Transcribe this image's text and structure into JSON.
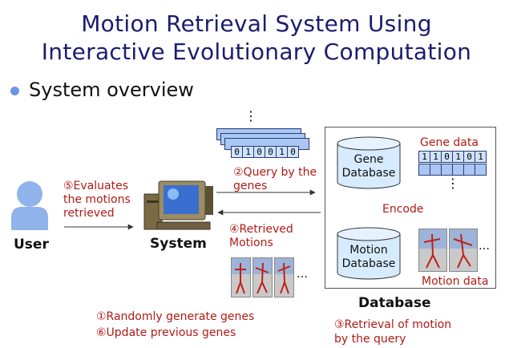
{
  "title": {
    "line1": "Motion Retrieval System Using",
    "line2": "Interactive Evolutionary Computation"
  },
  "bullet": "System overview",
  "labels": {
    "user": "User",
    "system": "System",
    "database": "Database",
    "gene_database_l1": "Gene",
    "gene_database_l2": "Database",
    "motion_database_l1": "Motion",
    "motion_database_l2": "Database",
    "gene_data": "Gene data",
    "motion_data": "Motion data",
    "encode": "Encode",
    "evaluates_l1": "⑤Evaluates",
    "evaluates_l2": "the motions",
    "evaluates_l3": "retrieved",
    "query_l1": "②Query by the",
    "query_l2": "genes",
    "retrieved_l1": "④Retrieved",
    "retrieved_l2": "Motions",
    "randomly": "①Randomly generate genes",
    "update": "⑥Update previous genes",
    "retrieval_l1": "③Retrieval of motion",
    "retrieval_l2": "by the query",
    "ellipsis": "…",
    "vdots": "⋮"
  },
  "genes": {
    "front_row": [
      "0",
      "1",
      "0",
      "0",
      "1",
      "0"
    ],
    "db_row": [
      "1",
      "1",
      "0",
      "1",
      "0",
      "1"
    ]
  },
  "colors": {
    "title": "#1c1c6e",
    "annotation": "#b11a14",
    "bullet": "#6f93e6",
    "user_figure": "#8fb3ea",
    "gene_cell": "#cfe3ff"
  },
  "icons": {
    "user": "person-silhouette-icon",
    "system": "desktop-computer-icon"
  }
}
